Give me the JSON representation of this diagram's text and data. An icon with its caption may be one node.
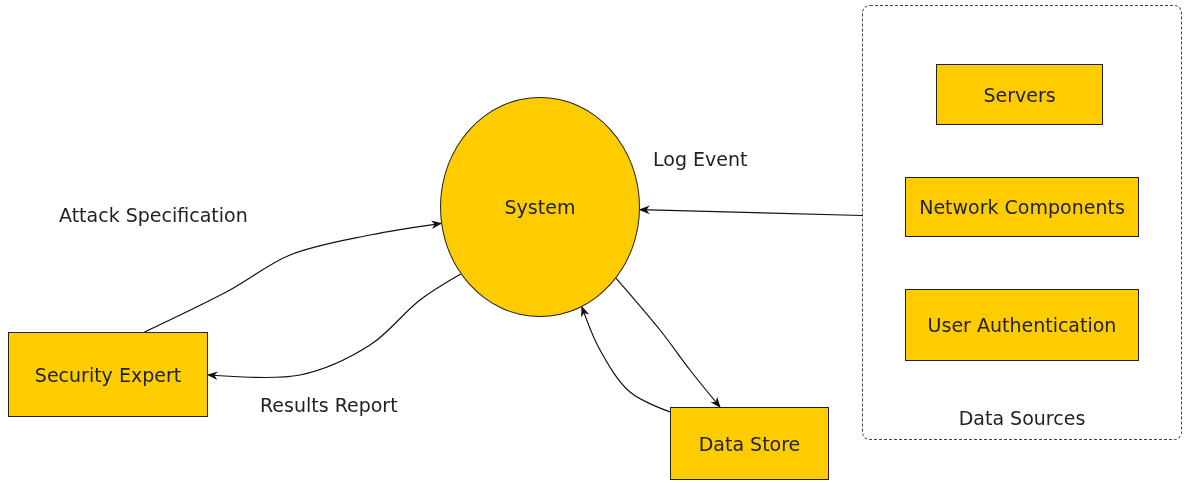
{
  "diagram": {
    "nodes": [
      {
        "text": [
          "System"
        ]
      },
      {
        "text": [
          "Security Expert"
        ]
      },
      {
        "text": [
          "Data Store"
        ]
      },
      {
        "text": [
          "Data Sources"
        ]
      },
      {
        "text": [
          "Servers"
        ],
        "in": 3
      },
      {
        "text": [
          "Network Components"
        ],
        "in": 3
      },
      {
        "text": [
          "User Authentication"
        ],
        "in": 3
      }
    ],
    "edges": [
      {
        "from": 1,
        "to": 0,
        "arrow": "to",
        "label": "Attack Specification"
      },
      {
        "from": 0,
        "to": 1,
        "arrow": "to",
        "label": "Results Report"
      },
      {
        "from": 0,
        "to": 2,
        "arrow": "to"
      },
      {
        "from": 2,
        "to": 0,
        "arrow": "to"
      },
      {
        "from": 3,
        "to": 0,
        "arrow": "to",
        "label": "Log Event"
      }
    ]
  }
}
